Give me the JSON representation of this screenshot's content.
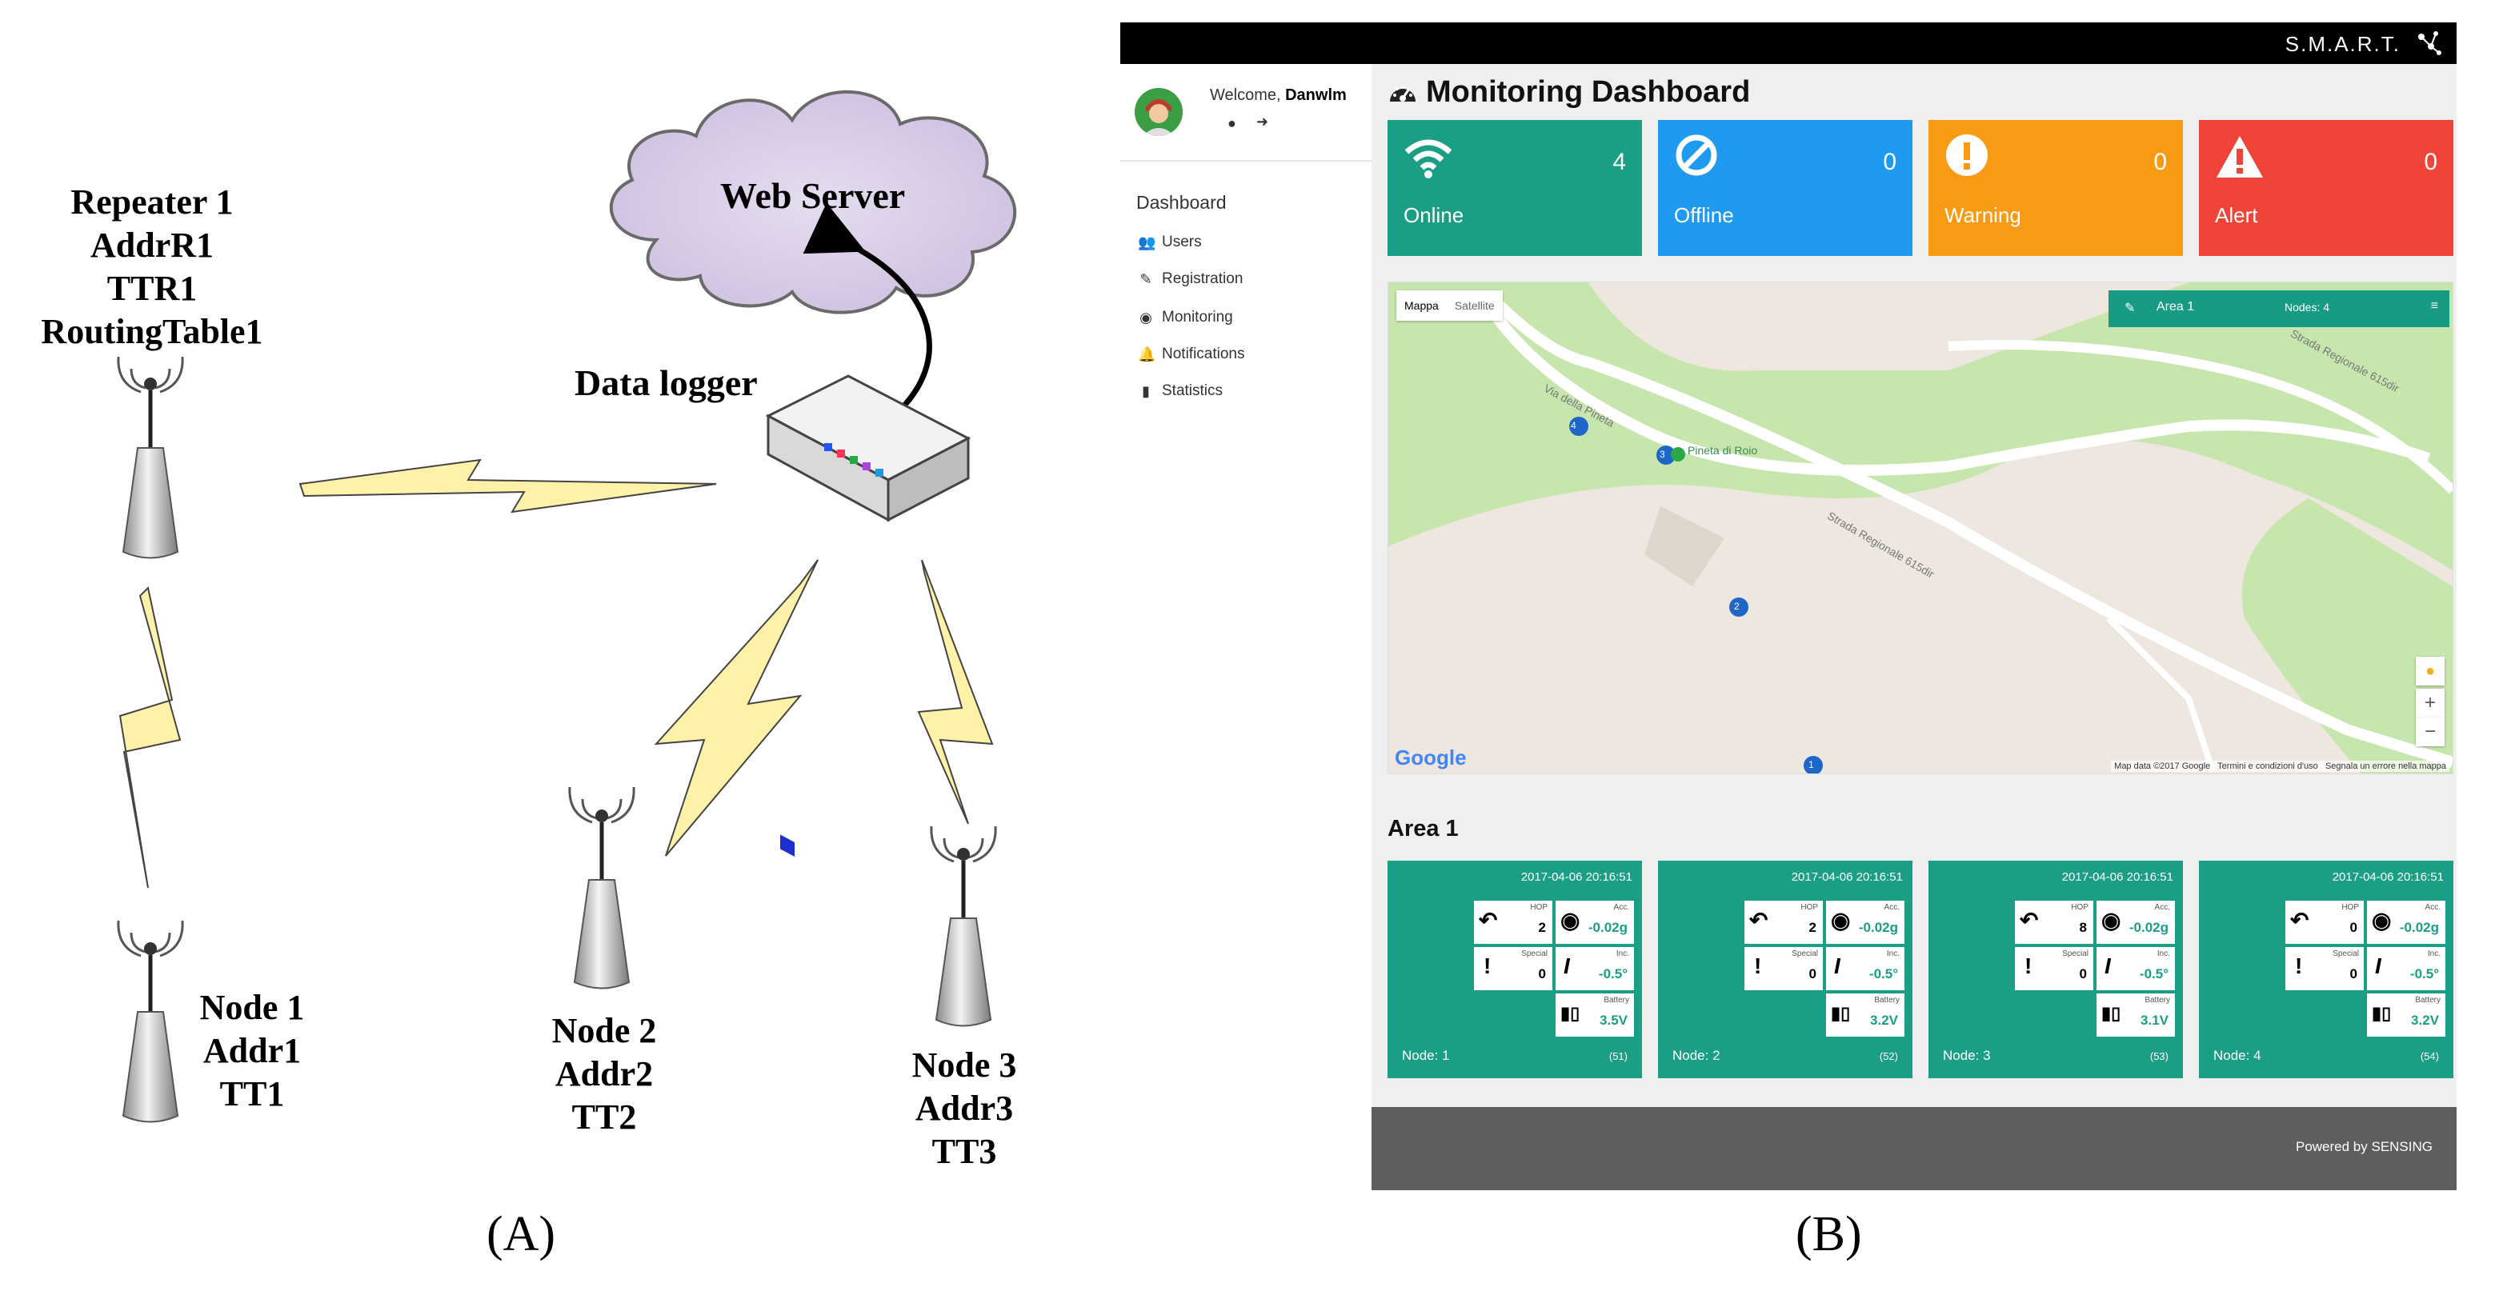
{
  "panel_a": {
    "repeater": [
      "Repeater 1",
      "AddrR1",
      "TTR1",
      "RoutingTable1"
    ],
    "web_server": "Web Server",
    "data_logger": "Data logger",
    "node1": [
      "Node 1",
      "Addr1",
      "TT1"
    ],
    "node2": [
      "Node 2",
      "Addr2",
      "TT2"
    ],
    "node3": [
      "Node 3",
      "Addr3",
      "TT3"
    ],
    "caption": "(A)"
  },
  "panel_b": {
    "caption": "(B)",
    "brand": "S.M.A.R.T.",
    "welcome_prefix": "Welcome,",
    "welcome_user": "Danwlm",
    "sidebar": {
      "title": "Dashboard",
      "items": [
        {
          "label": "Users",
          "icon": "users-icon"
        },
        {
          "label": "Registration",
          "icon": "edit-icon"
        },
        {
          "label": "Monitoring",
          "icon": "target-icon"
        },
        {
          "label": "Notifications",
          "icon": "bell-icon"
        },
        {
          "label": "Statistics",
          "icon": "bar-chart-icon"
        }
      ]
    },
    "dashboard_title": "Monitoring Dashboard",
    "stats": [
      {
        "label": "Online",
        "value": "4",
        "color": "#1a9e84",
        "icon": "wifi-icon"
      },
      {
        "label": "Offline",
        "value": "0",
        "color": "#1e9bf0",
        "icon": "ban-icon"
      },
      {
        "label": "Warning",
        "value": "0",
        "color": "#f89a14",
        "icon": "exclamation-circle-icon"
      },
      {
        "label": "Alert",
        "value": "0",
        "color": "#f04438",
        "icon": "warning-triangle-icon"
      }
    ],
    "map": {
      "type_options": [
        "Mappa",
        "Satellite"
      ],
      "area_label": "Area 1",
      "nodes_label": "Nodes: 4",
      "place_label": "Pineta di Roio",
      "road_label_1": "Via della Pineta",
      "road_label_2": "Strada Regionale 615dir",
      "road_label_3": "Strada Regionale 615dir",
      "markers": [
        "4",
        "3",
        "2",
        "1"
      ],
      "zoom_in": "+",
      "zoom_out": "−",
      "google": "Google",
      "footer": [
        "Map data ©2017 Google",
        "Termini e condizioni d'uso",
        "Segnala un errore nella mappa"
      ]
    },
    "area_title": "Area 1",
    "nodes": [
      {
        "timestamp": "2017-04-06 20:16:51",
        "hop": "2",
        "acc": "-0.02g",
        "special": "0",
        "inc": "-0.5°",
        "battery": "3.5V",
        "name": "Node: 1",
        "id": "(51)"
      },
      {
        "timestamp": "2017-04-06 20:16:51",
        "hop": "2",
        "acc": "-0.02g",
        "special": "0",
        "inc": "-0.5°",
        "battery": "3.2V",
        "name": "Node: 2",
        "id": "(52)"
      },
      {
        "timestamp": "2017-04-06 20:16:51",
        "hop": "8",
        "acc": "-0.02g",
        "special": "0",
        "inc": "-0.5°",
        "battery": "3.1V",
        "name": "Node: 3",
        "id": "(53)"
      },
      {
        "timestamp": "2017-04-06 20:16:51",
        "hop": "0",
        "acc": "-0.02g",
        "special": "0",
        "inc": "-0.5°",
        "battery": "3.2V",
        "name": "Node: 4",
        "id": "(54)"
      }
    ],
    "tile_labels": {
      "hop": "HOP",
      "acc": "Acc.",
      "special": "Special",
      "inc": "Inc.",
      "battery": "Battery"
    },
    "footer": "Powered by SENSING"
  }
}
